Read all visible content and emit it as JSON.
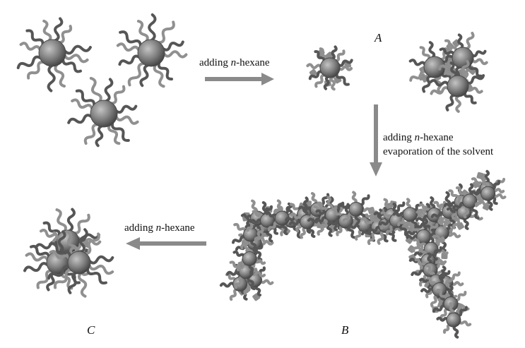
{
  "labels": {
    "step1": {
      "pre": "adding ",
      "ital": "n",
      "post": "-hexane"
    },
    "step2_line1": {
      "pre": "adding ",
      "ital": "n",
      "post": "-hexane"
    },
    "step2_line2": "evaporation of the solvent",
    "step3": {
      "pre": "adding ",
      "ital": "n",
      "post": "-hexane"
    }
  },
  "letters": {
    "a": "A",
    "b": "B",
    "c": "C"
  },
  "colors": {
    "core": "#7e7e7e",
    "core_dark": "#4a4a4a",
    "core_light": "#b8b8b8",
    "chain": "#565656",
    "chain_light": "#909090",
    "solvent": "#8c8c8c",
    "arrow": "#8a8a8a"
  }
}
